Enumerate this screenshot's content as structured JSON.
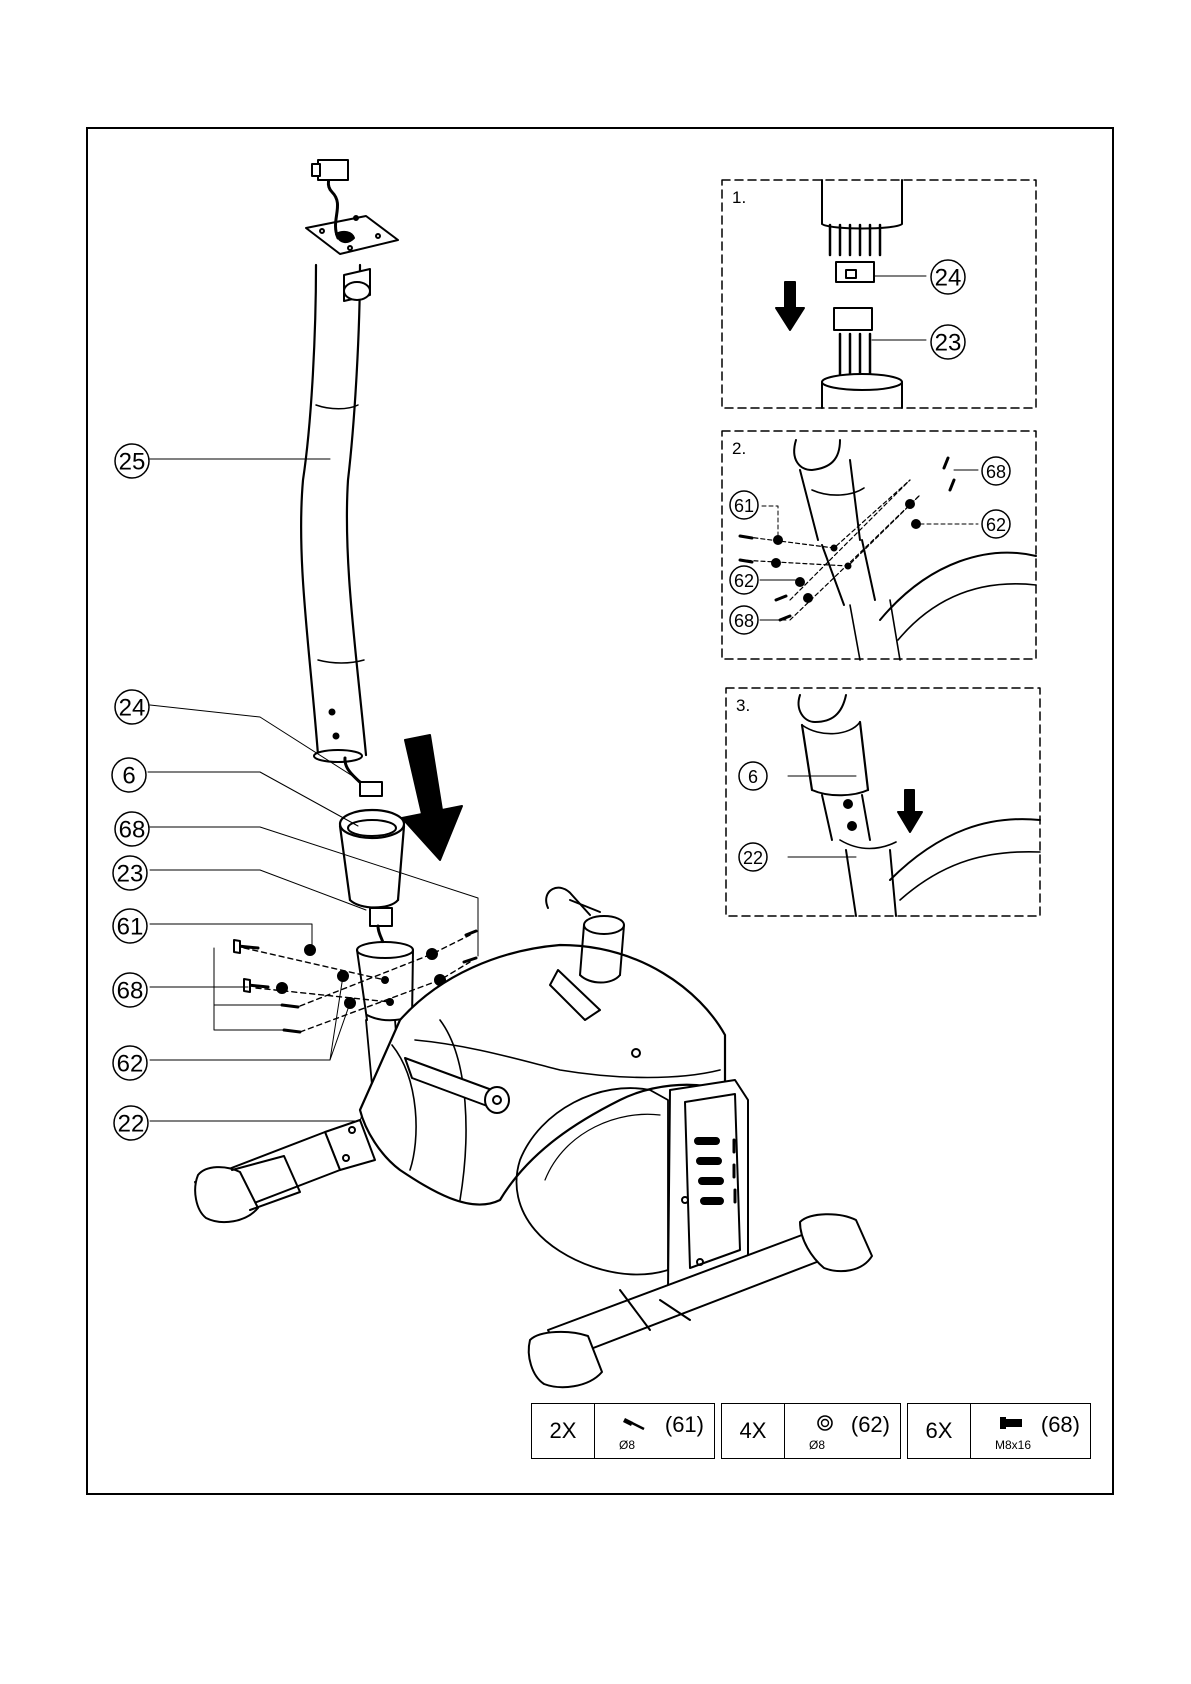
{
  "callouts": {
    "c25": "25",
    "c24": "24",
    "c6": "6",
    "c68a": "68",
    "c23": "23",
    "c61": "61",
    "c68b": "68",
    "c62": "62",
    "c22": "22"
  },
  "steps": {
    "s1": {
      "label": "1.",
      "c24": "24",
      "c23": "23"
    },
    "s2": {
      "label": "2.",
      "c68a": "68",
      "c61": "61",
      "c62a": "62",
      "c62b": "62",
      "c68b": "68"
    },
    "s3": {
      "label": "3.",
      "c6": "6",
      "c22": "22"
    }
  },
  "parts": [
    {
      "qty": "2X",
      "ref": "(61)",
      "size": "Ø8",
      "icon": "bolt-icon"
    },
    {
      "qty": "4X",
      "ref": "(62)",
      "size": "Ø8",
      "icon": "washer-icon"
    },
    {
      "qty": "6X",
      "ref": "(68)",
      "size": "M8x16",
      "icon": "screw-icon"
    }
  ]
}
